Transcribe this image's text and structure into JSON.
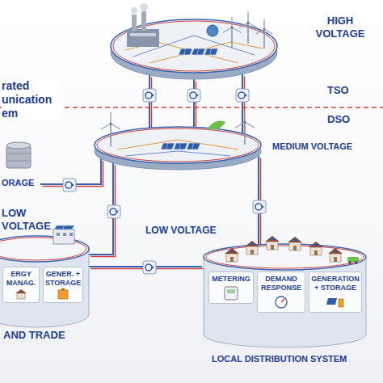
{
  "diagram": {
    "nodes": [
      {
        "text": [
          "HIGH VOLTAGE"
        ]
      },
      {
        "text": [
          "MEDIUM VOLTAGE"
        ]
      },
      {
        "text": [
          "ORAGE"
        ]
      },
      {
        "text": [
          "LOW VOLTAGE",
          "AND TRADE"
        ]
      },
      {
        "text": [
          "ERGY MANAG."
        ],
        "in": 3
      },
      {
        "text": [
          "GENER. + STORAGE"
        ],
        "in": 3
      },
      {
        "text": [
          "LOW VOLTAGE",
          "LOCAL DISTRIBUTION SYSTEM"
        ]
      },
      {
        "text": [
          "METERING"
        ],
        "in": 6
      },
      {
        "text": [
          "DEMAND RESPONSE"
        ],
        "in": 6
      },
      {
        "text": [
          "GENERATION + STORAGE"
        ],
        "in": 6
      }
    ],
    "edges": [
      {
        "from": 0,
        "to": 1,
        "arrow": "none"
      },
      {
        "from": 0,
        "to": 1,
        "arrow": "none"
      },
      {
        "from": 0,
        "to": 1,
        "arrow": "none"
      },
      {
        "from": 2,
        "to": 1,
        "arrow": "none"
      },
      {
        "from": 1,
        "to": 3,
        "arrow": "none"
      },
      {
        "from": 3,
        "to": 6,
        "arrow": "none"
      },
      {
        "from": 1,
        "to": 6,
        "arrow": "none"
      }
    ],
    "labels": [
      "rated unication em",
      "TSO",
      "DSO"
    ]
  }
}
